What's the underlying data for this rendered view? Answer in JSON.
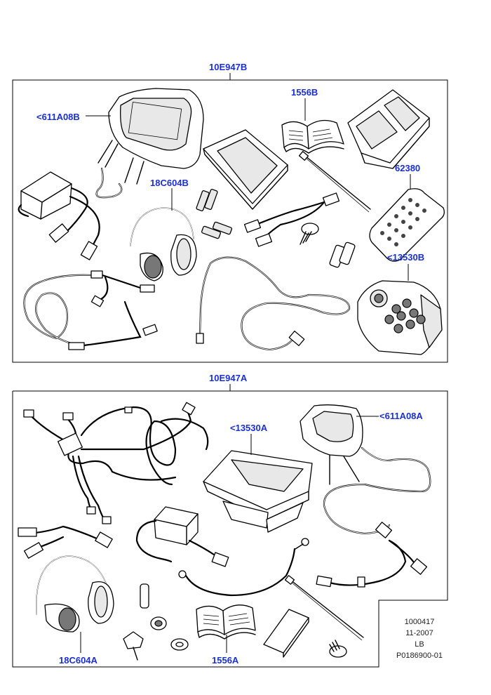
{
  "kit_top": {
    "label": "10E947B"
  },
  "kit_bottom": {
    "label": "10E947A"
  },
  "callouts_top": {
    "headrest_screen": "<611A08B",
    "handbook": "1556B",
    "remote": "62380",
    "headphones": "18C604B",
    "control_unit": "<13530B"
  },
  "callouts_bottom": {
    "console_box": "<13530A",
    "headrest_screen": "<611A08A",
    "headphones": "18C604A",
    "handbook": "1556A"
  },
  "stamp": {
    "number": "1000417",
    "date": "11-2007",
    "code": "LB",
    "ref": "P0186900-01"
  }
}
